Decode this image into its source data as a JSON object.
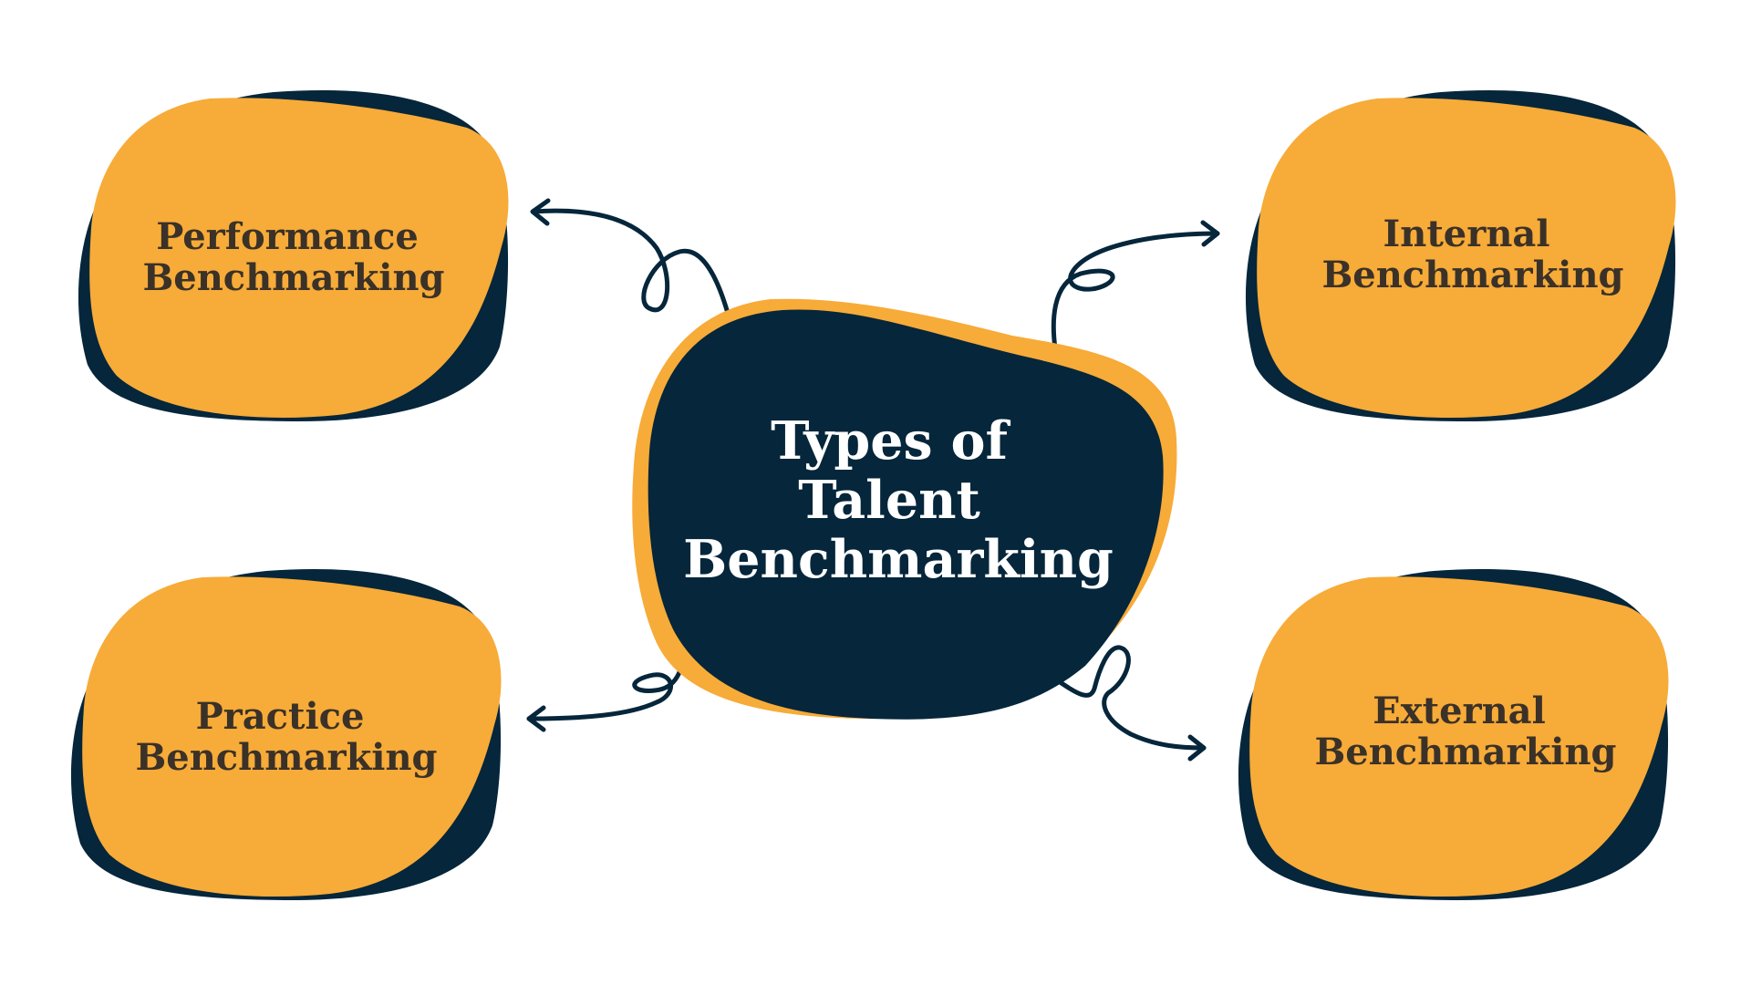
{
  "colors": {
    "background": "#ffffff",
    "orange": "#F7AB38",
    "navy": "#05263B",
    "node_text": "#3A3128",
    "center_text": "#ffffff"
  },
  "center": {
    "line1": "Types of",
    "line2": "Talent",
    "line3": "Benchmarking"
  },
  "nodes": {
    "performance": {
      "line1": "Performance",
      "line2": "Benchmarking"
    },
    "internal": {
      "line1": "Internal",
      "line2": "Benchmarking"
    },
    "practice": {
      "line1": "Practice",
      "line2": "Benchmarking"
    },
    "external": {
      "line1": "External",
      "line2": "Benchmarking"
    }
  }
}
